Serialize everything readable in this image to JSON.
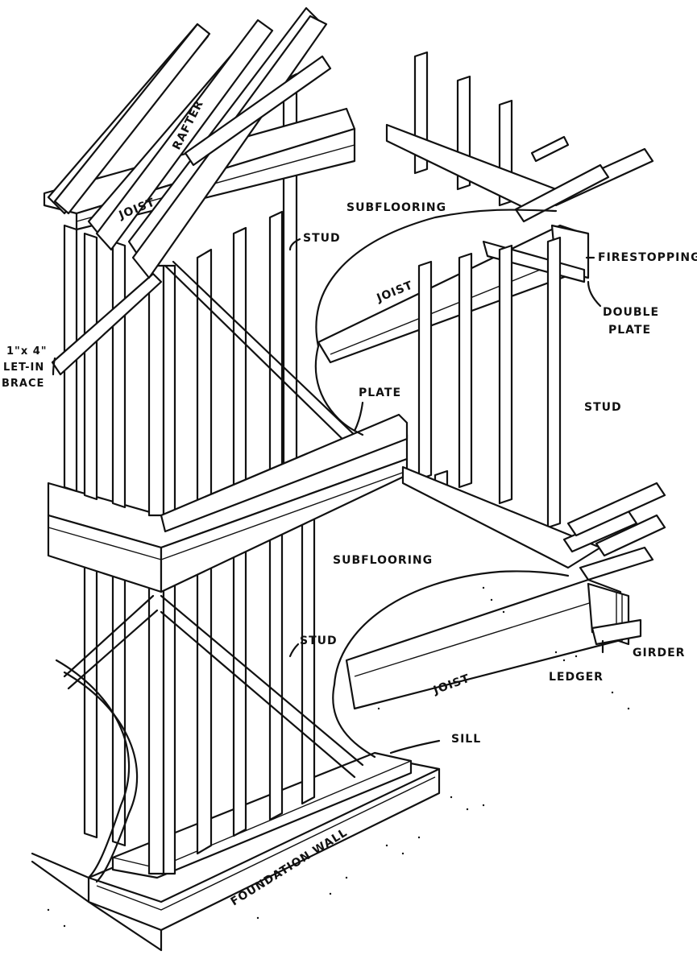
{
  "labels": {
    "rafter": "RAFTER",
    "joist_top": "JOIST",
    "subflooring_top": "SUBFLOORING",
    "stud_top": "STUD",
    "firestopping": "FIRESTOPPING",
    "joist_upper": "JOIST",
    "double_plate_1": "DOUBLE",
    "double_plate_2": "PLATE",
    "brace_1": "1\"x 4\"",
    "brace_2": "LET-IN",
    "brace_3": "BRACE",
    "plate": "PLATE",
    "stud_right": "STUD",
    "subflooring_lower": "SUBFLOORING",
    "stud_lower": "STUD",
    "girder": "GIRDER",
    "ledger": "LEDGER",
    "joist_lower": "JOIST",
    "sill": "SILL",
    "foundation_wall": "FOUNDATION WALL"
  }
}
